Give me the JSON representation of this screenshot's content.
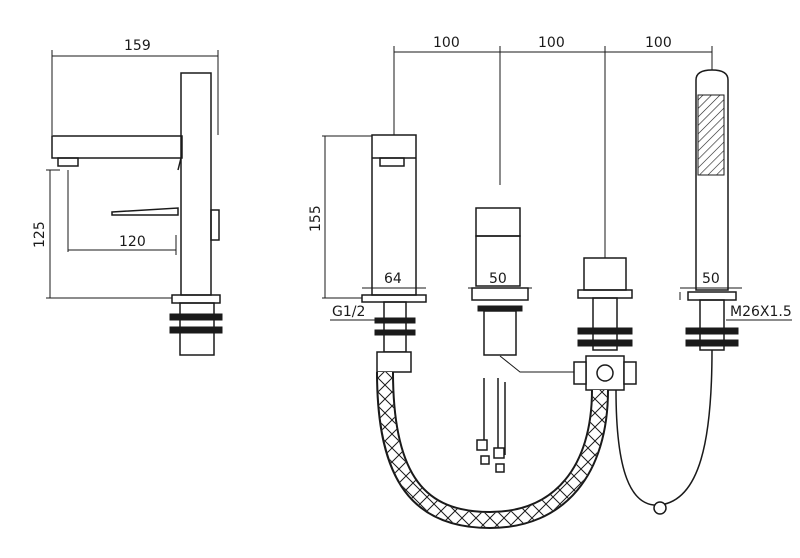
{
  "dimensions": {
    "spout_length": "159",
    "height_left": "125",
    "reach": "120",
    "spacing_1": "100",
    "spacing_2": "100",
    "spacing_3": "100",
    "tap_height": "155",
    "base_spout": "64",
    "base_valve": "50",
    "base_shower": "50",
    "thread_inlet": "G1/2",
    "thread_shower": "M26X1.5"
  },
  "colors": {
    "line": "#1a1a1a",
    "background": "#ffffff"
  }
}
